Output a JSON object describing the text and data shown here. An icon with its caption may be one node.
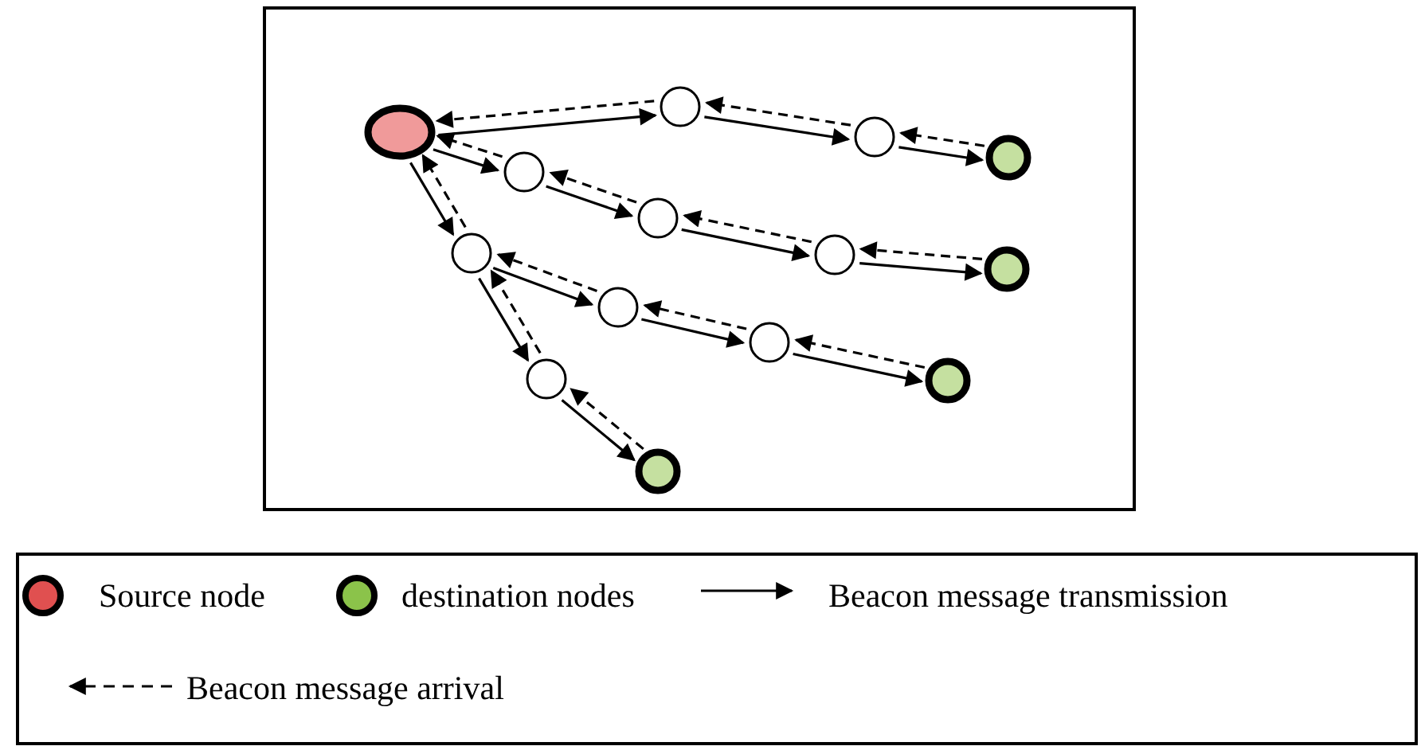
{
  "diagram": {
    "nodes": [
      {
        "text": [],
        "shape": "circle"
      },
      {
        "text": [],
        "shape": "circle"
      },
      {
        "text": [],
        "shape": "circle"
      },
      {
        "text": [],
        "shape": "circle"
      },
      {
        "text": [],
        "shape": "circle"
      },
      {
        "text": [],
        "shape": "circle"
      },
      {
        "text": [],
        "shape": "circle"
      },
      {
        "text": [],
        "shape": "circle"
      },
      {
        "text": [],
        "shape": "circle"
      },
      {
        "text": [],
        "shape": "circle"
      },
      {
        "text": [],
        "shape": "circle"
      },
      {
        "text": [],
        "shape": "circle"
      },
      {
        "text": [],
        "shape": "circle"
      },
      {
        "text": [],
        "shape": "circle"
      }
    ],
    "edges": [
      {
        "from": 0,
        "to": 1,
        "arrow": "to"
      },
      {
        "from": 1,
        "to": 0,
        "arrow": "to",
        "style": "dashed"
      },
      {
        "from": 1,
        "to": 2,
        "arrow": "to"
      },
      {
        "from": 2,
        "to": 1,
        "arrow": "to",
        "style": "dashed"
      },
      {
        "from": 2,
        "to": 3,
        "arrow": "to"
      },
      {
        "from": 3,
        "to": 2,
        "arrow": "to",
        "style": "dashed"
      },
      {
        "from": 0,
        "to": 4,
        "arrow": "to"
      },
      {
        "from": 4,
        "to": 0,
        "arrow": "to",
        "style": "dashed"
      },
      {
        "from": 4,
        "to": 5,
        "arrow": "to"
      },
      {
        "from": 5,
        "to": 4,
        "arrow": "to",
        "style": "dashed"
      },
      {
        "from": 5,
        "to": 6,
        "arrow": "to"
      },
      {
        "from": 6,
        "to": 5,
        "arrow": "to",
        "style": "dashed"
      },
      {
        "from": 6,
        "to": 7,
        "arrow": "to"
      },
      {
        "from": 7,
        "to": 6,
        "arrow": "to",
        "style": "dashed"
      },
      {
        "from": 0,
        "to": 8,
        "arrow": "to"
      },
      {
        "from": 8,
        "to": 0,
        "arrow": "to",
        "style": "dashed"
      },
      {
        "from": 8,
        "to": 9,
        "arrow": "to"
      },
      {
        "from": 9,
        "to": 8,
        "arrow": "to",
        "style": "dashed"
      },
      {
        "from": 9,
        "to": 10,
        "arrow": "to"
      },
      {
        "from": 10,
        "to": 9,
        "arrow": "to",
        "style": "dashed"
      },
      {
        "from": 10,
        "to": 11,
        "arrow": "to"
      },
      {
        "from": 11,
        "to": 10,
        "arrow": "to",
        "style": "dashed"
      },
      {
        "from": 8,
        "to": 12,
        "arrow": "to"
      },
      {
        "from": 12,
        "to": 8,
        "arrow": "to",
        "style": "dashed"
      },
      {
        "from": 12,
        "to": 13,
        "arrow": "to"
      },
      {
        "from": 13,
        "to": 12,
        "arrow": "to",
        "style": "dashed"
      }
    ],
    "legend": [
      {
        "text": "Source node",
        "color": "#e05050"
      },
      {
        "text": "destination nodes",
        "color": "#8bc34a"
      },
      {
        "text": "Beacon message transmission"
      },
      {
        "text": "Beacon message arrival"
      }
    ]
  }
}
